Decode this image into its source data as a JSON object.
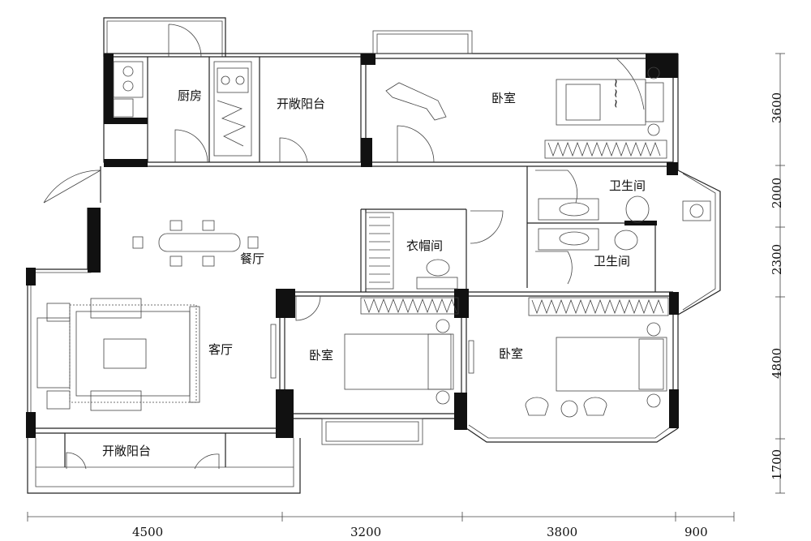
{
  "rooms": {
    "kitchen": "厨房",
    "balcony_top": "开敞阳台",
    "bedroom_top": "卧室",
    "bathroom_1": "卫生间",
    "bathroom_2": "卫生间",
    "cloakroom": "衣帽间",
    "dining": "餐厅",
    "living": "客厅",
    "bedroom_mid": "卧室",
    "bedroom_right": "卧室",
    "balcony_bottom": "开敞阳台"
  },
  "dimensions": {
    "bottom": [
      "4500",
      "3200",
      "3800",
      "900"
    ],
    "right": [
      "3600",
      "2000",
      "2300",
      "4800",
      "1700"
    ]
  }
}
